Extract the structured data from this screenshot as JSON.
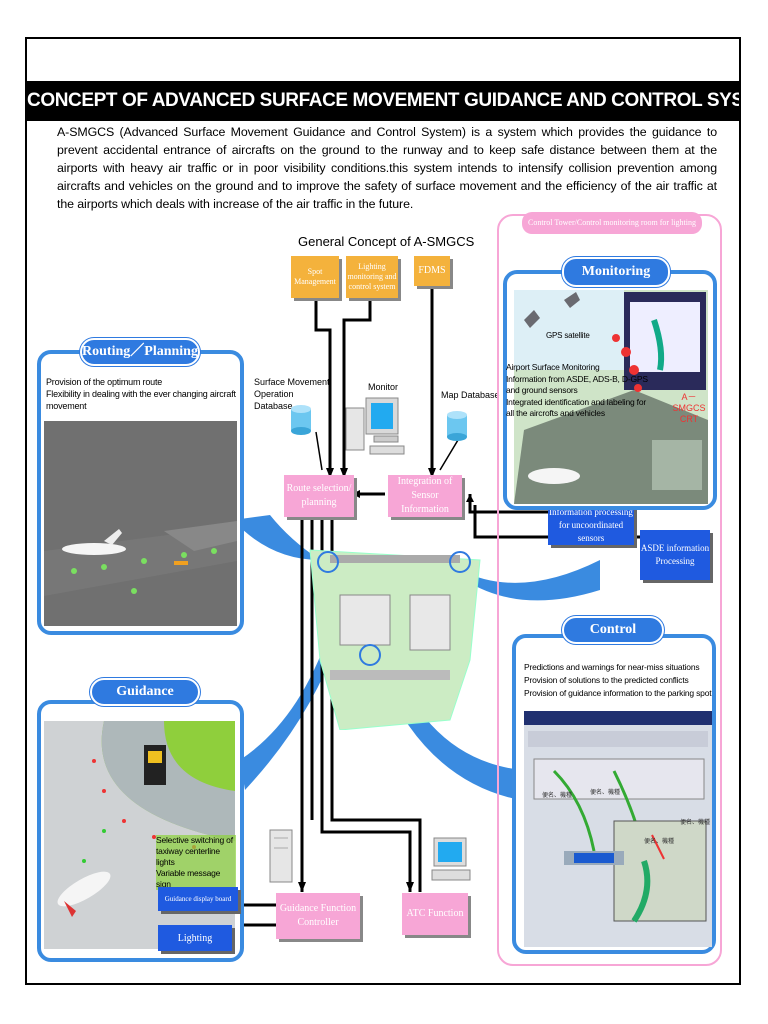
{
  "title": "CONCEPT OF ADVANCED SURFACE MOVEMENT GUIDANCE AND CONTROL SYSTEM(A-SMGCS)",
  "intro": "A-SMGCS (Advanced Surface Movement Guidance and Control System) is a system which provides the guidance to prevent accidental entrance of aircrafts on the ground to the runway and to keep safe distance between them at the airports with heavy air traffic or in poor visibility conditions.this system intends to intensify collision prevention among aircrafts and vehicles on the ground and to improve the safety of surface movement and the efficiency of the air traffic at the airports which deals with increase of the air traffic in the future.",
  "general_concept": "General Concept of A-SMGCS",
  "top_boxes": {
    "spot": "Spot Management",
    "lighting": "Lighting monitoring and control system",
    "fdms": "FDMS"
  },
  "labels": {
    "sm_db": "Surface Movement Operation Database",
    "monitor": "Monitor",
    "map_db": "Map Database"
  },
  "pink_boxes": {
    "route": "Route selection/ planning",
    "integration": "Integration of Sensor Information",
    "guidance_fc": "Guidance Function Controller",
    "atc": "ATC Function"
  },
  "blue_boxes": {
    "info_proc": "Information processing for uncoordinated sensors",
    "asde": "ASDE information Processing",
    "guidance_display": "Guidance display board",
    "lighting": "Lighting"
  },
  "routing": {
    "title": "Routing／Planning",
    "lines": [
      "Provision of the optimum route",
      "Flexibility in dealing with the ever changing aircraft movement"
    ]
  },
  "monitoring": {
    "tab": "Control Tower/Control monitoring room for lighting",
    "title": "Monitoring",
    "gps": "GPS satellite",
    "crt": "A－SMGCS CRT",
    "text": [
      "Airport Surface Monitoring",
      "Information from ASDE, ADS-B, D-GPS",
      "and ground sensors",
      "Integrated identification and labeling for",
      "all the aircrofts and vehicles"
    ]
  },
  "control": {
    "title": "Control",
    "lines": [
      "Predictions and warnings for near-miss situations",
      "Provision of solutions to the predicted conflicts",
      "Provision of guidance information to the parking spot"
    ],
    "jp1": "便名、機種",
    "jp2": "便名、機種",
    "jp3": "便名、機種",
    "jp4": "便名、機種"
  },
  "guidance": {
    "title": "Guidance",
    "lines": [
      "Selective switching of",
      "taxiway centerline lights",
      "Variable message sign"
    ]
  },
  "colors": {
    "accent_blue": "#2f7ae0",
    "pink": "#f7a6d6",
    "orange": "#f4b23c",
    "dark_blue": "#1f5ae0"
  }
}
